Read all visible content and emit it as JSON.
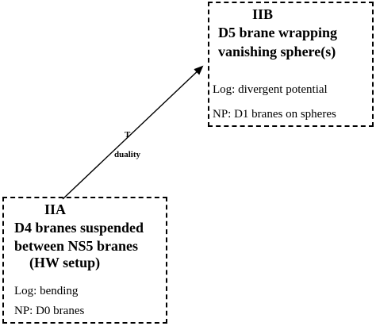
{
  "iib": {
    "title": "IIB",
    "line1": "D5 brane wrapping",
    "line2": "vanishing sphere(s)",
    "log": "Log: divergent potential",
    "np": "NP: D1 branes on spheres"
  },
  "iia": {
    "title": "IIA",
    "line1": "D4 branes suspended",
    "line2": "between NS5 branes",
    "line3": "(HW setup)",
    "log": "Log: bending",
    "np": "NP: D0 branes"
  },
  "arrow": {
    "label_top": "T",
    "label_bottom": "duality"
  }
}
